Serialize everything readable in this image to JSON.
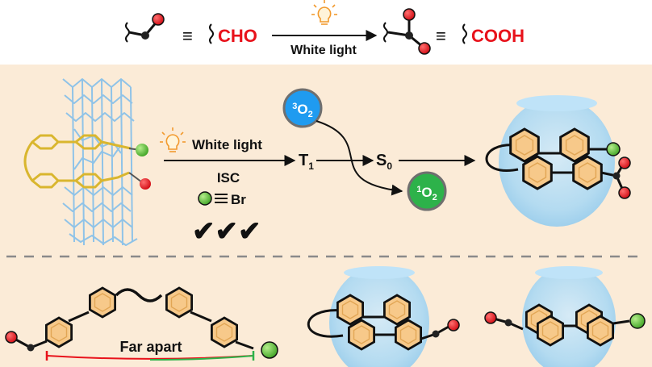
{
  "top_equation": {
    "equiv_symbol": "≡",
    "aldehyde_text": "CHO",
    "acid_text": "COOH",
    "arrow_label": "White light"
  },
  "middle_panel": {
    "light_label": "White light",
    "isc_label": "ISC",
    "br_label": "Br",
    "checks": "✔✔✔",
    "triplet_state": {
      "main": "T",
      "sub": "1"
    },
    "singlet_state": {
      "main": "S",
      "sub": "0"
    },
    "triplet_oxygen": {
      "sup": "3",
      "main": "O",
      "sub": "2"
    },
    "singlet_oxygen": {
      "sup": "1",
      "main": "O",
      "sub": "2"
    }
  },
  "bottom_panel": {
    "far_apart_label": "Far apart"
  },
  "colors": {
    "background_panel": "#fbebd7",
    "hexagon_fill": "#f7c98a",
    "cucurbituril_blue": "#9fd3f3",
    "oxygen_red": "#e8121b",
    "bromine_green": "#5cbd3b",
    "triplet_oxygen_blue": "#1f9bf0",
    "singlet_oxygen_green": "#2db24a",
    "bulb_orange": "#f29a2e"
  }
}
